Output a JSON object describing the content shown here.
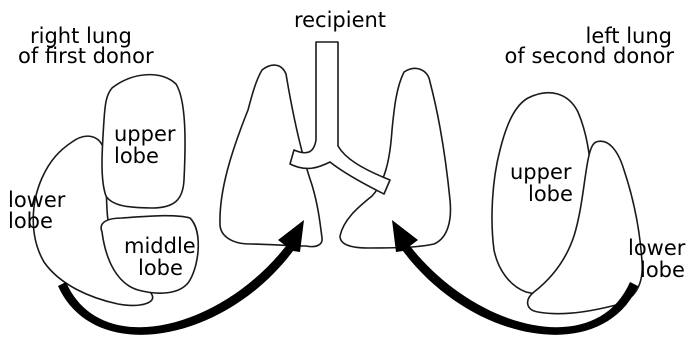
{
  "diagram": {
    "labels": {
      "recipient": "recipient",
      "right_lung_line1": "right lung",
      "right_lung_line2": "of first donor",
      "left_lung_line1": "left lung",
      "left_lung_line2": "of second donor",
      "right_upper_line1": "upper",
      "right_upper_line2": "lobe",
      "right_lower_line1": "lower",
      "right_lower_line2": "lobe",
      "right_middle_line1": "middle",
      "right_middle_line2": "lobe",
      "left_upper_line1": "upper",
      "left_upper_line2": "lobe",
      "left_lower_line1": "lower",
      "left_lower_line2": "lobe"
    },
    "colors": {
      "ink": "#000000",
      "background": "#ffffff"
    }
  }
}
